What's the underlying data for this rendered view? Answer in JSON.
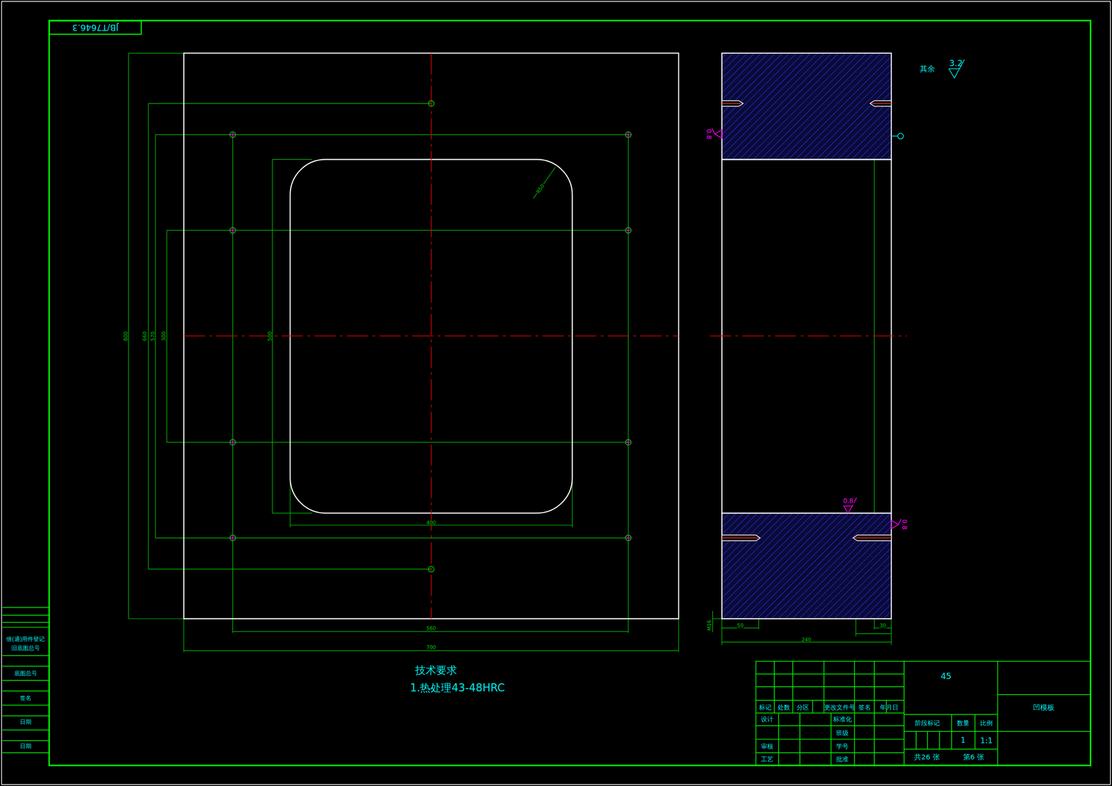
{
  "diagram": {
    "nodes": [
      {
        "text": [
          "JB/T7646.3"
        ]
      }
    ],
    "labels": [
      "其余",
      "3.2",
      "0.8",
      "0.8",
      "0.8",
      "800",
      "660",
      "570",
      "300",
      "500",
      "R50",
      "400",
      "560",
      "700",
      "50",
      "240",
      "30",
      "M16",
      "技术要求",
      "1.热处理43-48HRC",
      "45",
      "凹模板",
      "标记",
      "处数",
      "分区",
      "更改文件号",
      "签名",
      "年月日",
      "设计",
      "标准化",
      "班级",
      "审核",
      "学号",
      "工艺",
      "批准",
      "阶段标记",
      "数量",
      "比例",
      "1",
      "1:1",
      "共26 张",
      "第6 张",
      "借(通)用件登记",
      "旧底图总号",
      "底图总号",
      "签名",
      "日期",
      "日期"
    ]
  }
}
